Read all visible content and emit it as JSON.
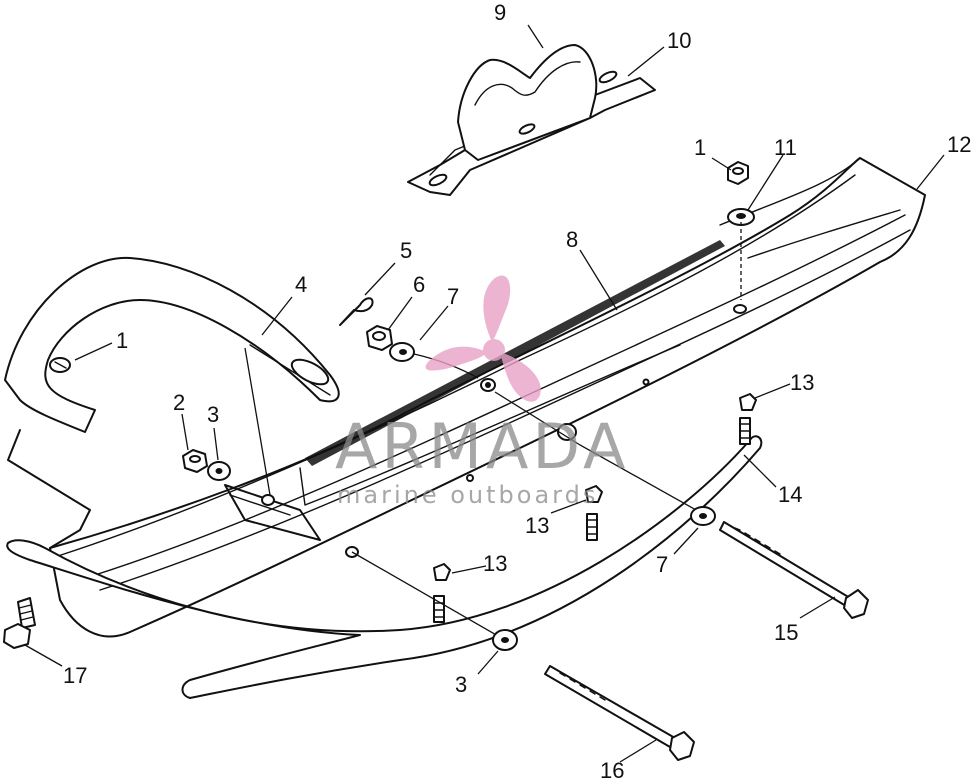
{
  "watermark": {
    "title": "ARMADA",
    "subtitle": "marine outboards",
    "logo_color": "#e9a2c8",
    "text_color": "#8a8a8a"
  },
  "callouts": [
    "1",
    "2",
    "3",
    "4",
    "5",
    "6",
    "7",
    "8",
    "9",
    "10",
    "11",
    "12",
    "13",
    "14",
    "15",
    "16",
    "17"
  ],
  "callouts_extra": {
    "c1b": "1",
    "c3b": "3",
    "c7b": "7",
    "c13b": "13",
    "c13c": "13"
  }
}
